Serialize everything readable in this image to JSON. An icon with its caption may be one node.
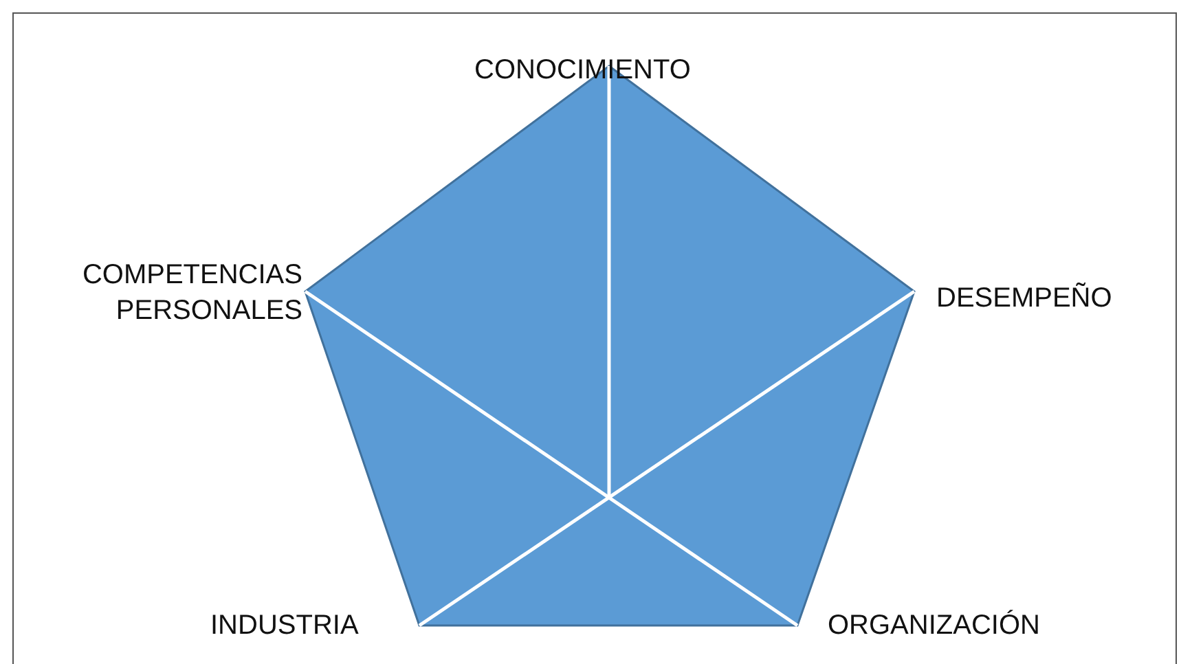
{
  "diagram": {
    "labels": [
      "CONOCIMIENTO",
      "COMPETENCIAS PERSONALES",
      "DESEMPEÑO",
      "INDUSTRIA",
      "ORGANIZACIÓN"
    ]
  }
}
